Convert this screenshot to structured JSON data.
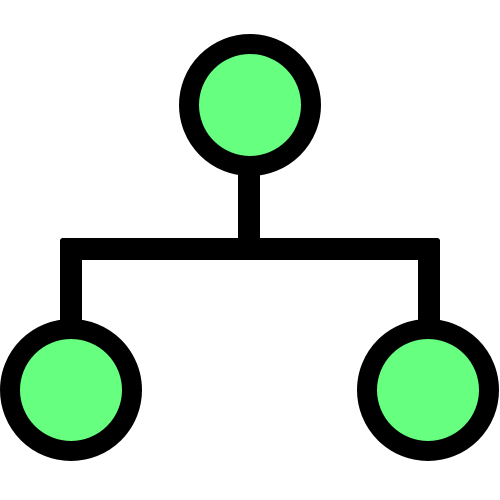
{
  "icon": {
    "name": "hierarchy-icon",
    "colors": {
      "background": "#ffffff",
      "stroke": "#000000",
      "node_fill": "#66ff7f"
    },
    "nodes": [
      {
        "id": "root-node"
      },
      {
        "id": "left-child-node"
      },
      {
        "id": "right-child-node"
      }
    ]
  }
}
